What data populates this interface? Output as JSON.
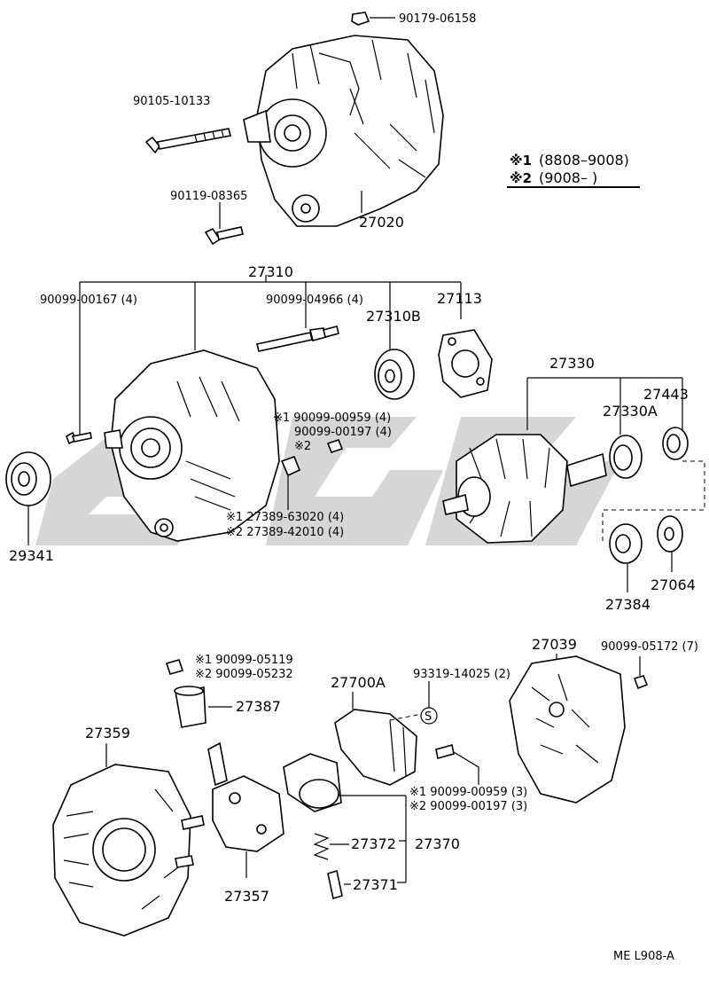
{
  "legend": {
    "line1_mark": "※1",
    "line1_text": "(8808–9008)",
    "line2_mark": "※2",
    "line2_text": "(9008–      )"
  },
  "parts": {
    "p_90179_06158": "90179-06158",
    "p_90105_10133": "90105-10133",
    "p_90119_08365": "90119-08365",
    "p_27020": "27020",
    "p_27310": "27310",
    "p_90099_00167": "90099-00167 (4)",
    "p_90099_04966": "90099-04966 (4)",
    "p_27310B": "27310B",
    "p_27113": "27113",
    "p_27330": "27330",
    "p_27443": "27443",
    "p_27330A": "27330A",
    "p_00959_4": "※1 90099-00959 (4)",
    "p_00197_4": "90099-00197 (4)",
    "p_s2_mark": "※2",
    "p_63020": "※1 27389-63020 (4)",
    "p_42010": "※2 27389-42010 (4)",
    "p_29341": "29341",
    "p_27384": "27384",
    "p_27064": "27064",
    "p_27039": "27039",
    "p_05172": "90099-05172 (7)",
    "p_05119": "※1 90099-05119",
    "p_05232": "※2 90099-05232",
    "p_27387": "27387",
    "p_27700A": "27700A",
    "p_93319": "93319-14025 (2)",
    "p_s_mark": "S",
    "p_27359": "27359",
    "p_00959_3": "※1 90099-00959 (3)",
    "p_00197_3": "※2 90099-00197 (3)",
    "p_27372": "27372",
    "p_27370": "27370",
    "p_27371": "27371",
    "p_27357": "27357"
  },
  "footer": {
    "code": "ME  L908-A"
  }
}
